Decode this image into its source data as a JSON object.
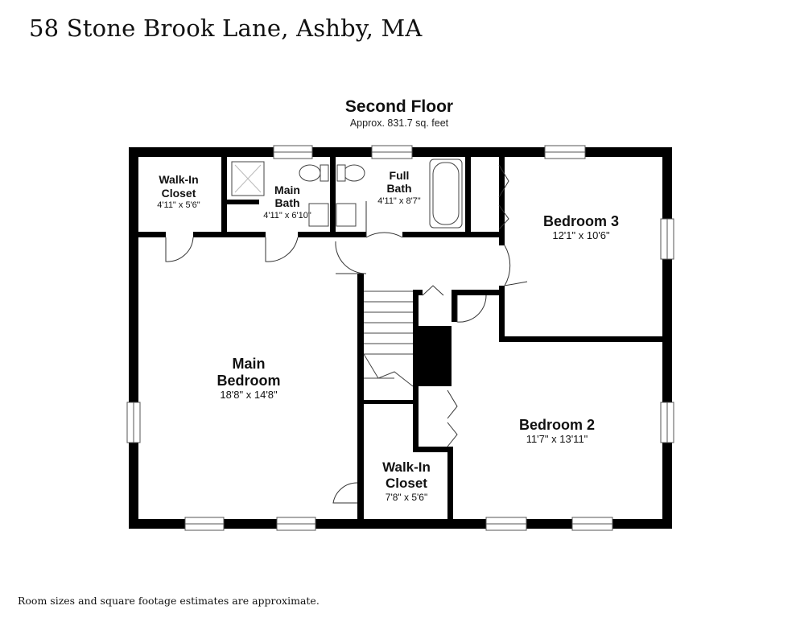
{
  "header": {
    "address": "58 Stone Brook Lane, Ashby, MA"
  },
  "floor": {
    "title": "Second Floor",
    "area": "Approx. 831.7 sq. feet"
  },
  "rooms": {
    "walkin_closet_1": {
      "name1": "Walk-In",
      "name2": "Closet",
      "dims": "4'11\" x 5'6\""
    },
    "main_bath": {
      "name1": "Main",
      "name2": "Bath",
      "dims": "4'11\" x 6'10\""
    },
    "full_bath": {
      "name1": "Full",
      "name2": "Bath",
      "dims": "4'11\" x 8'7\""
    },
    "bedroom_3": {
      "name": "Bedroom 3",
      "dims": "12'1\" x 10'6\""
    },
    "main_bedroom": {
      "name1": "Main",
      "name2": "Bedroom",
      "dims": "18'8\" x 14'8\""
    },
    "bedroom_2": {
      "name": "Bedroom 2",
      "dims": "11'7\" x 13'11\""
    },
    "walkin_closet_2": {
      "name1": "Walk-In",
      "name2": "Closet",
      "dims": "7'8\" x 5'6\""
    }
  },
  "footer": {
    "note": "Room sizes and square footage estimates are approximate."
  }
}
